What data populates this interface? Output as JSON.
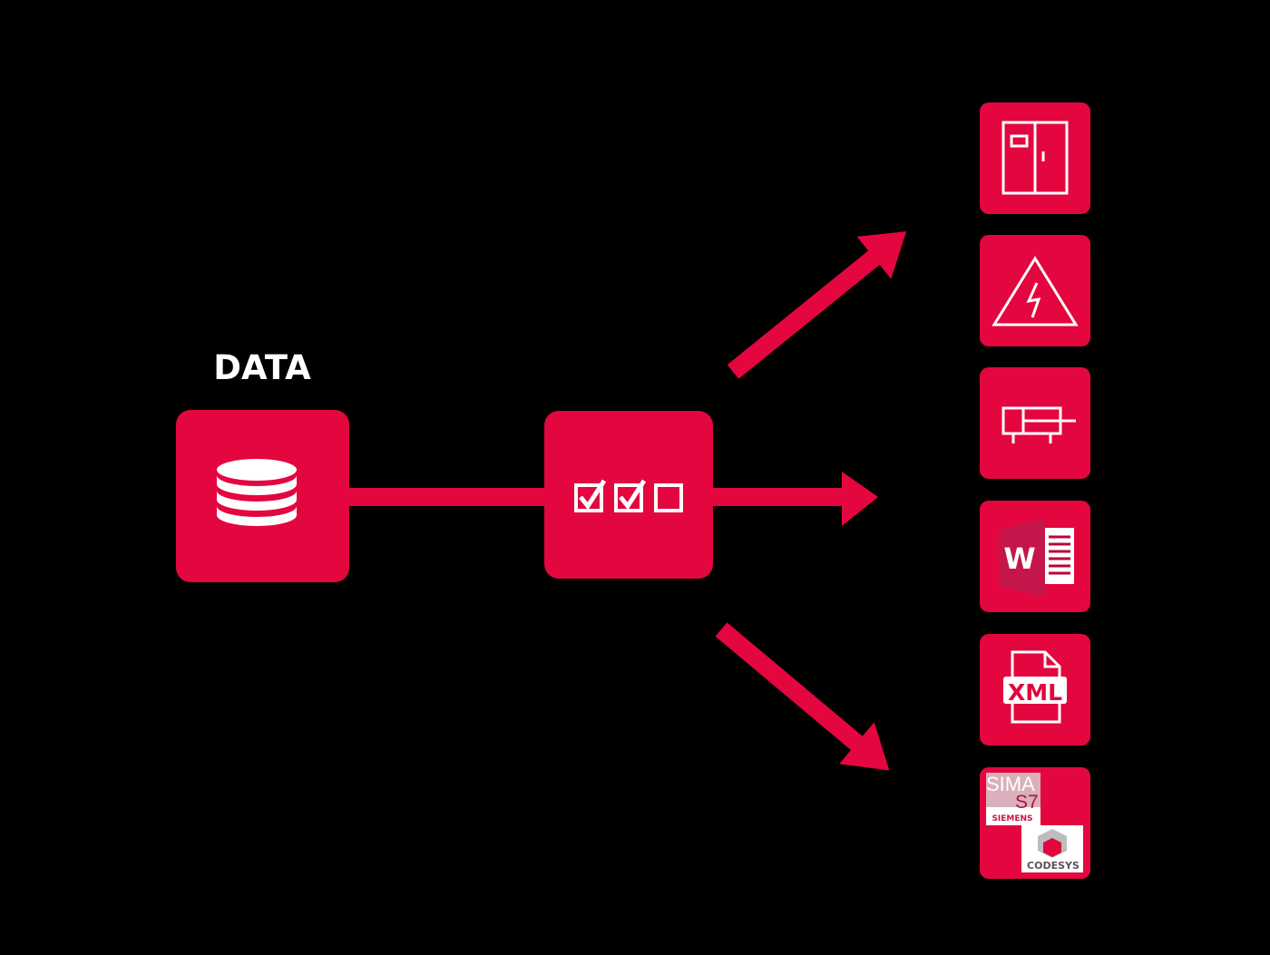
{
  "title": "DATA",
  "colors": {
    "accent": "#e3063f",
    "background": "#000000",
    "icon": "#ffffff"
  },
  "source": {
    "icon": "database-icon"
  },
  "processor": {
    "icon": "checklist-icon"
  },
  "outputs": [
    {
      "icon": "control-cabinet-icon"
    },
    {
      "icon": "high-voltage-warning-icon"
    },
    {
      "icon": "cylinder-actuator-icon"
    },
    {
      "icon": "word-document-icon",
      "text": "W"
    },
    {
      "icon": "xml-file-icon",
      "text": "XML"
    },
    {
      "icon": "plc-logos-icon",
      "texts": [
        "SIMA",
        "S7",
        "SIEMENS",
        "CODESYS"
      ]
    }
  ]
}
